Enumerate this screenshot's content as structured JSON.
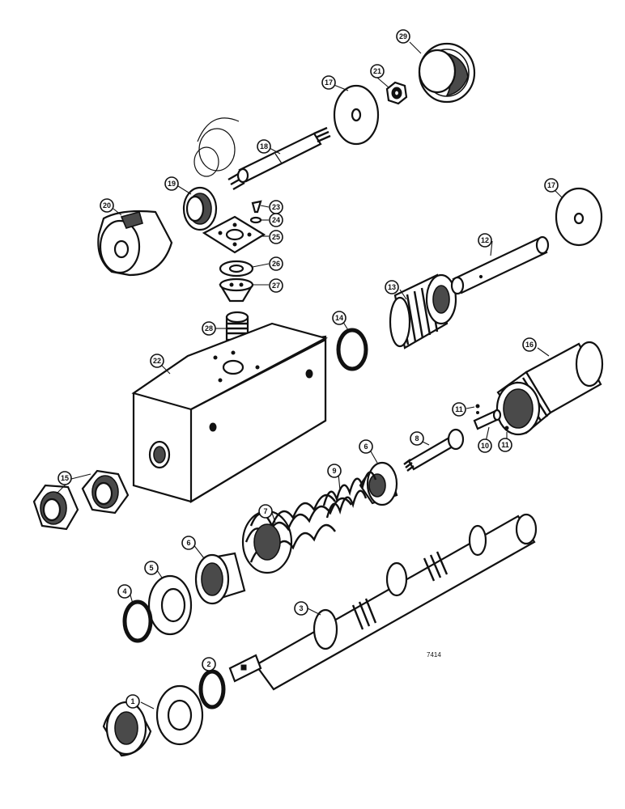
{
  "diagram": {
    "figure_number": "7414",
    "callouts": {
      "c1": "1",
      "c2": "2",
      "c3": "3",
      "c4": "4",
      "c5": "5",
      "c6a": "6",
      "c6b": "6",
      "c7": "7",
      "c8": "8",
      "c9": "9",
      "c10": "10",
      "c11a": "11",
      "c11b": "11",
      "c12": "12",
      "c13": "13",
      "c14": "14",
      "c15": "15",
      "c16": "16",
      "c17a": "17",
      "c17b": "17",
      "c18": "18",
      "c19": "19",
      "c20": "20",
      "c21": "21",
      "c22": "22",
      "c23": "23",
      "c24": "24",
      "c25": "25",
      "c26": "26",
      "c27": "27",
      "c28": "28",
      "c29": "29"
    }
  }
}
